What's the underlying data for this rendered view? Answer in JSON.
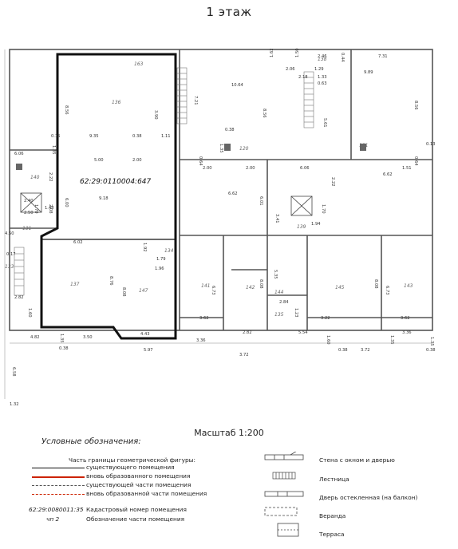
{
  "title": "1 этаж",
  "cadastral_number": "62:29:0110004:647",
  "scale": "Масштаб 1:200",
  "plan": {
    "room_numbers": [
      "163",
      "136",
      "137",
      "147",
      "120",
      "121",
      "141",
      "142",
      "144",
      "145",
      "143",
      "140",
      "139",
      "134",
      "135",
      "138",
      "133",
      "131"
    ],
    "dimensions": [
      "8.56",
      "3.90",
      "1.11",
      "9.35",
      "0.38",
      "5.00",
      "2.00",
      "0.15",
      "6.06",
      "1.35",
      "2.22",
      "9.18",
      "6.00",
      "2.40",
      "1.48",
      "2.50",
      "1.70",
      "2.08",
      "4.50",
      "6.02",
      "1.92",
      "1.79",
      "1.96",
      "8.76",
      "8.08",
      "4.43",
      "5.97",
      "3.50",
      "4.82",
      "0.38",
      "1.35",
      "0.17",
      "1.60",
      "2.82",
      "6.58",
      "1.32",
      "7.21",
      "10.64",
      "0.38",
      "8.56",
      "2.00",
      "2.00",
      "6.62",
      "6.01",
      "0.64",
      "1.35",
      "6.73",
      "3.62",
      "3.36",
      "8.08",
      "2.82",
      "3.72",
      "1.62",
      "2.06",
      "1.50",
      "2.18",
      "1.29",
      "2.46",
      "0.44",
      "1.33",
      "0.63",
      "5.61",
      "7.31",
      "9.89",
      "8.56",
      "0.64",
      "1.51",
      "6.62",
      "6.06",
      "2.22",
      "1.70",
      "1.94",
      "3.41",
      "5.35",
      "2.84",
      "1.23",
      "5.54",
      "3.22",
      "8.08",
      "6.73",
      "3.62",
      "3.36",
      "1.35",
      "0.38",
      "3.72",
      "1.60",
      "0.38",
      "1.35",
      "0.13"
    ]
  },
  "legend": {
    "title": "Условные обозначения:",
    "left": [
      {
        "text": "Часть границы геометрической фигуры:",
        "color": "#222222"
      },
      {
        "text": "существующего помещения",
        "color": "#111111"
      },
      {
        "text": "вновь образованного помещения",
        "color": "#cc2200"
      },
      {
        "text": "существующей части помещения",
        "color": "#555555"
      },
      {
        "text": "вновь образованной части помещения",
        "color": "#cc2200"
      },
      {
        "text": "Кадастровый номер помещения",
        "sample": "62:29:0080011:35"
      },
      {
        "text": "Обозначение части помещения",
        "sample": "чп 2"
      }
    ],
    "right": [
      {
        "text": "Стена с окном и дверью"
      },
      {
        "text": "Лестница"
      },
      {
        "text": "Дверь остекленная (на балкон)"
      },
      {
        "text": "Веранда"
      },
      {
        "text": "Терраса"
      }
    ]
  }
}
